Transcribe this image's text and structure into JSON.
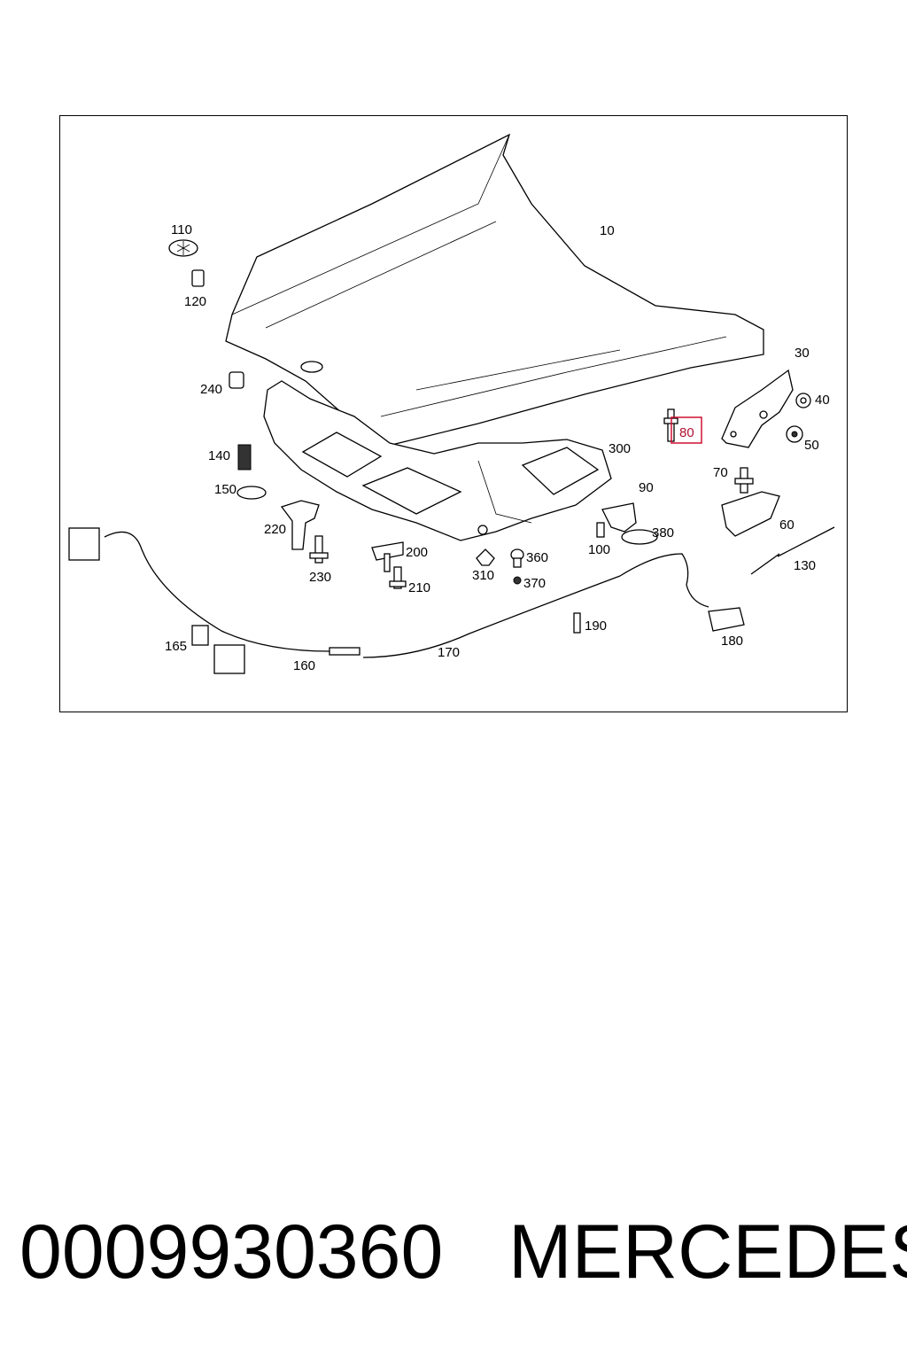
{
  "diagram": {
    "labels": {
      "p10": "10",
      "p30": "30",
      "p40": "40",
      "p50": "50",
      "p60": "60",
      "p70": "70",
      "p80": "80",
      "p90": "90",
      "p100": "100",
      "p110": "110",
      "p120": "120",
      "p130": "130",
      "p140": "140",
      "p150": "150",
      "p160": "160",
      "p165": "165",
      "p170": "170",
      "p180": "180",
      "p190": "190",
      "p200": "200",
      "p210": "210",
      "p220": "220",
      "p230": "230",
      "p240": "240",
      "p300": "300",
      "p310": "310",
      "p360": "360",
      "p370": "370",
      "p380": "380"
    },
    "highlight_color": "#d01030"
  },
  "caption": {
    "part_number": "0009930360",
    "brand": "MERCEDES"
  }
}
